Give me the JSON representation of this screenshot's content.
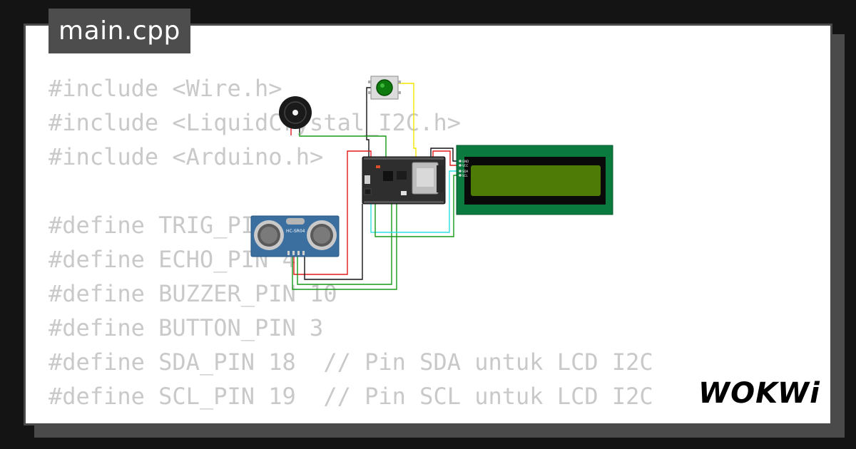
{
  "file_tab": {
    "label": "main.cpp"
  },
  "code_lines": [
    "#include <Wire.h>",
    "#include <LiquidCrystal_I2C.h>",
    "#include <Arduino.h>",
    "",
    "#define TRIG_PIN 5",
    "#define ECHO_PIN 4",
    "#define BUZZER_PIN 10",
    "#define BUTTON_PIN 3",
    "#define SDA_PIN 18  // Pin SDA untuk LCD I2C",
    "#define SCL_PIN 19  // Pin SCL untuk LCD I2C"
  ],
  "components": {
    "ultrasonic_label": "HC-SR04",
    "lcd_pins": [
      "GND",
      "VCC",
      "SDA",
      "SCL"
    ]
  },
  "brand": {
    "logo_text": "WOKWi"
  },
  "colors": {
    "background": "#141414",
    "card": "#ffffff",
    "card_border": "#4a4a4a",
    "tab": "#4d4d4d",
    "code_text": "#c9c9c9",
    "lcd_board": "#0b7a3e",
    "lcd_screen": "#4e7a06",
    "wire_red": "#e01b1b",
    "wire_black": "#111111",
    "wire_green": "#179a17",
    "wire_yellow": "#f2e600",
    "wire_cyan": "#2ee0e0"
  }
}
